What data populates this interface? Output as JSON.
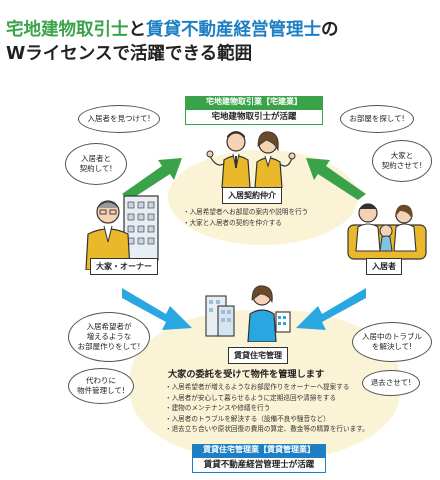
{
  "title": {
    "part1": "宅地建物取引士",
    "part2": "と",
    "part3": "賃貸不動産経営管理士",
    "part4": "の",
    "line2": "Wライセンスで活躍できる範囲"
  },
  "top_box": {
    "header": "宅地建物取引業【宅建業】",
    "sub": "宅地建物取引士が活躍"
  },
  "top_bubbles": {
    "left_top": "入居者を見つけて!",
    "left_mid": "入居者と\n契約して!",
    "right_top": "お部屋を探して!",
    "right_mid": "大家と\n契約させて!"
  },
  "mediation": {
    "tag": "入居契約仲介",
    "items": [
      "入居希望者へお部屋の案内や説明を行う",
      "大家と入居者の契約を仲介する"
    ]
  },
  "owner_tag": "大家・オーナー",
  "tenant_tag": "入居者",
  "bottom_bubbles": {
    "left_top": "入居希望者が\n増えるような\nお部屋作りをして!",
    "left_bottom": "代わりに\n物件管理して!",
    "right_top": "入居中のトラブル\nを解決して!",
    "right_bottom": "退去させて!"
  },
  "management": {
    "tag": "賃貸住宅管理",
    "headline": "大家の委託を受けて物件を管理します",
    "items": [
      "入居希望者が増えるようなお部屋作りをオーナーへ提案する",
      "入居者が安心して暮らせるように定期巡回や清掃をする",
      "建物のメンテナンスや修繕を行う",
      "入居者のトラブルを解決する（設備不良や騒音など）",
      "退去立ち合いや原状回復の費用の算定、敷金等の精算を行います。"
    ]
  },
  "bottom_box": {
    "header": "賃貸住宅管理業【賃貸管理業】",
    "sub": "賃貸不動産経営管理士が活躍"
  },
  "colors": {
    "green": "#3aa34a",
    "blue": "#1f7fc4",
    "light_blue": "#2aa7e0",
    "cream": "#fbf3d5",
    "suit": "#e9b92b"
  }
}
